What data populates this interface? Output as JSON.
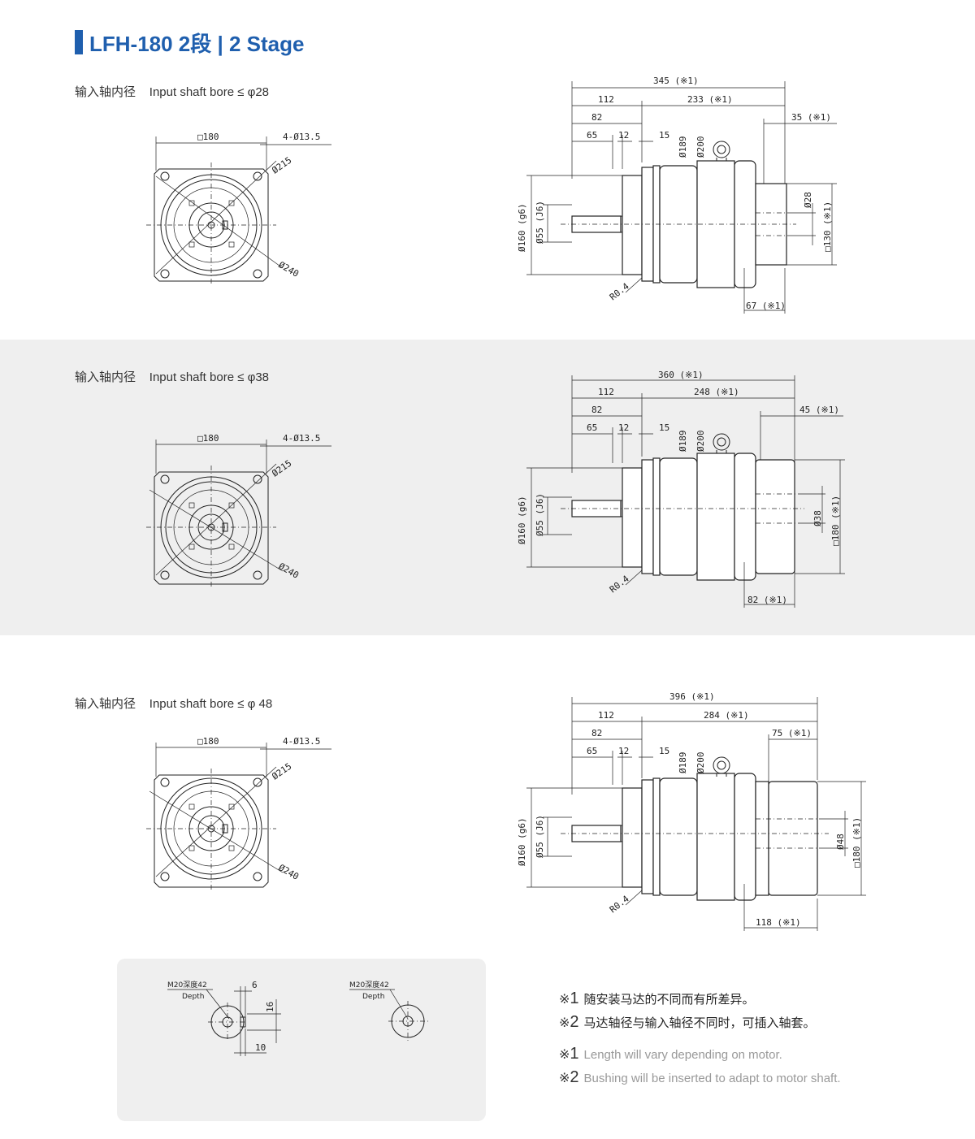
{
  "title": "LFH-180  2段  | 2 Stage",
  "sections": [
    {
      "bore_zh": "输入轴内径",
      "bore_en": "Input shaft bore  ≤ φ28",
      "front": {
        "square": "□180",
        "holes": "4-Ø13.5",
        "pcd": "Ø215",
        "dia": "Ø240"
      },
      "side": {
        "total": "345 (※1)",
        "a112": "112",
        "b": "233 (※1)",
        "a82": "82",
        "m": "35 (※1)",
        "a65": "65",
        "a12": "12",
        "a15": "15",
        "d189": "Ø189",
        "d200": "Ø200",
        "d160": "Ø160 (g6)",
        "d55": "Ø55 (J6)",
        "bore": "Ø28",
        "sq": "□130 (※1)",
        "r": "R0.4",
        "bottom": "67 (※1)"
      }
    },
    {
      "bore_zh": "输入轴内径",
      "bore_en": "Input shaft bore  ≤ φ38",
      "front": {
        "square": "□180",
        "holes": "4-Ø13.5",
        "pcd": "Ø215",
        "dia": "Ø240"
      },
      "side": {
        "total": "360 (※1)",
        "a112": "112",
        "b": "248 (※1)",
        "a82": "82",
        "m": "45 (※1)",
        "a65": "65",
        "a12": "12",
        "a15": "15",
        "d189": "Ø189",
        "d200": "Ø200",
        "d160": "Ø160 (g6)",
        "d55": "Ø55 (J6)",
        "bore": "Ø38",
        "sq": "□180 (※1)",
        "r": "R0.4",
        "bottom": "82 (※1)"
      }
    },
    {
      "bore_zh": "输入轴内径",
      "bore_en": "Input shaft bore  ≤ φ 48",
      "front": {
        "square": "□180",
        "holes": "4-Ø13.5",
        "pcd": "Ø215",
        "dia": "Ø240"
      },
      "side": {
        "total": "396 (※1)",
        "a112": "112",
        "b": "284 (※1)",
        "a82": "82",
        "m": "75 (※1)",
        "a65": "65",
        "a12": "12",
        "a15": "15",
        "d189": "Ø189",
        "d200": "Ø200",
        "d160": "Ø160 (g6)",
        "d55": "Ø55 (J6)",
        "bore": "Ø48",
        "sq": "□180 (※1)",
        "r": "R0.4",
        "bottom": "118 (※1)"
      }
    }
  ],
  "details": [
    {
      "tap": "M20深度42",
      "depth": "Depth",
      "d6": "6",
      "d16": "16",
      "d10": "10"
    },
    {
      "tap": "M20深度42",
      "depth": "Depth"
    }
  ],
  "notes": [
    {
      "mark": "※",
      "num": "1",
      "text": "随安装马达的不同而有所差异。"
    },
    {
      "mark": "※",
      "num": "2",
      "text": "马达轴径与输入轴径不同时，可插入轴套。"
    },
    {
      "mark": "※",
      "num": "1",
      "text": "Length will vary depending on motor."
    },
    {
      "mark": "※",
      "num": "2",
      "text": "Bushing will be inserted to adapt to motor shaft."
    }
  ]
}
